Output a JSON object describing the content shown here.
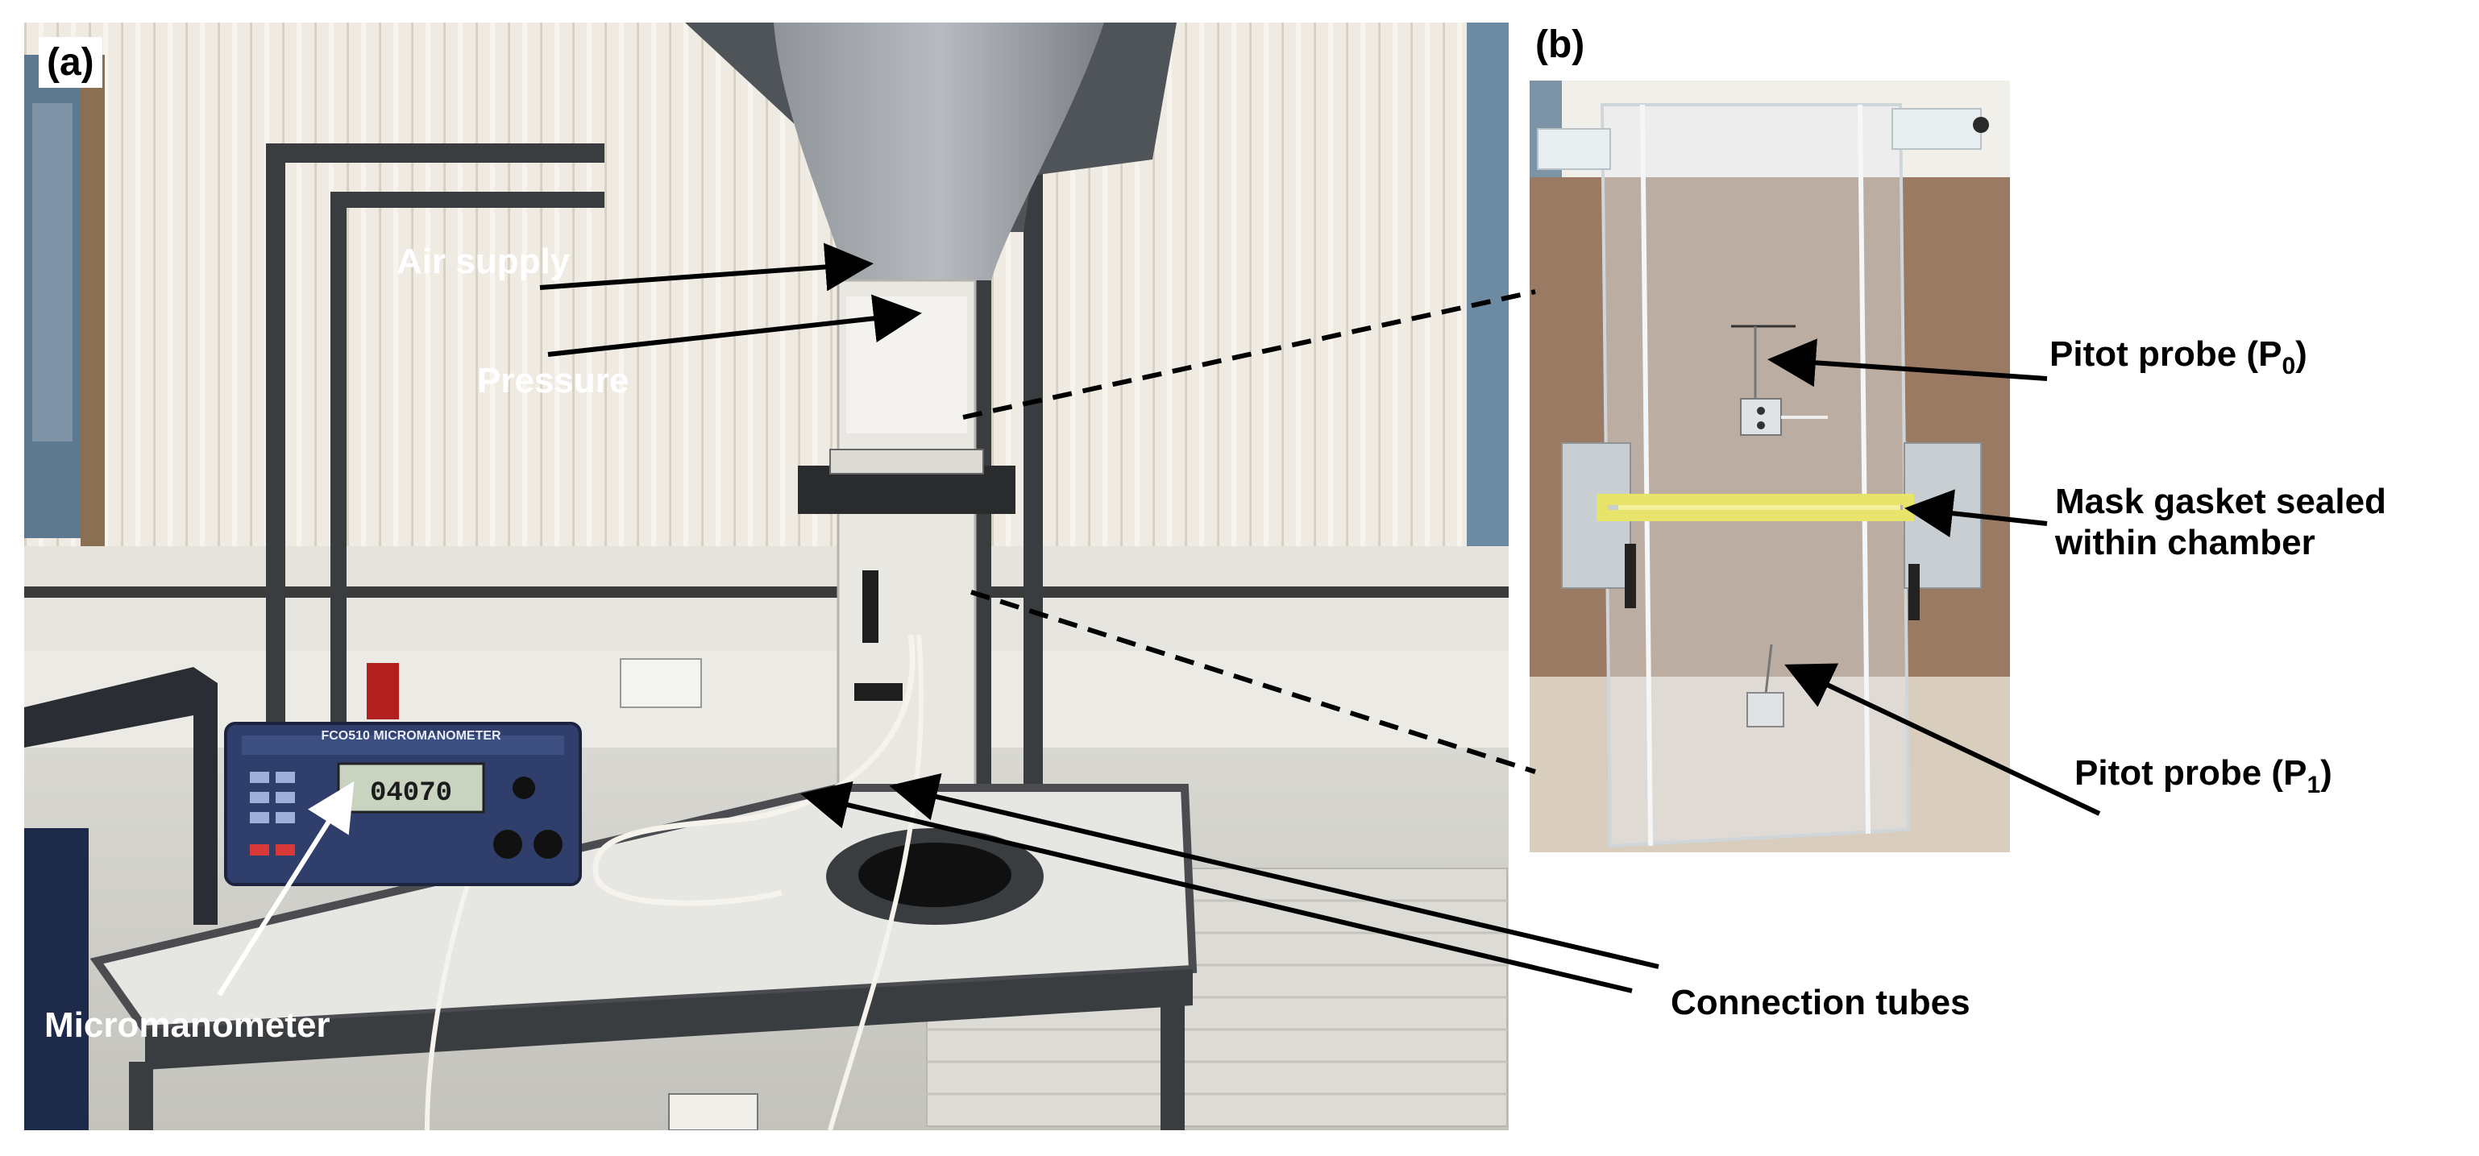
{
  "panels": {
    "a": {
      "letter": "(a)"
    },
    "b": {
      "letter": "(b)"
    }
  },
  "labels": {
    "air_supply": "Air supply",
    "pressure": "Pressure",
    "micromanometer": "Micromanometer",
    "connection_tubes": "Connection tubes",
    "pitot_probe_p0_prefix": "Pitot probe (P",
    "pitot_probe_p0_sub": "0",
    "pitot_probe_p0_suffix": ")",
    "mask_gasket_line1": "Mask gasket sealed",
    "mask_gasket_line2": "within chamber",
    "pitot_probe_p1_prefix": "Pitot probe (P",
    "pitot_probe_p1_sub": "1",
    "pitot_probe_p1_suffix": ")"
  },
  "device": {
    "brand": "FCO510 MICROMANOMETER",
    "display_value": "04070"
  },
  "colors": {
    "window_blinds": "#eeeae2",
    "frame_metal": "#3a3d40",
    "bench_top": "#e9e9e6",
    "wood_board": "#9a7a63",
    "acrylic": "#e6ecef",
    "gasket": "#e8e36a",
    "instrument_body": "#2f3e6b"
  }
}
